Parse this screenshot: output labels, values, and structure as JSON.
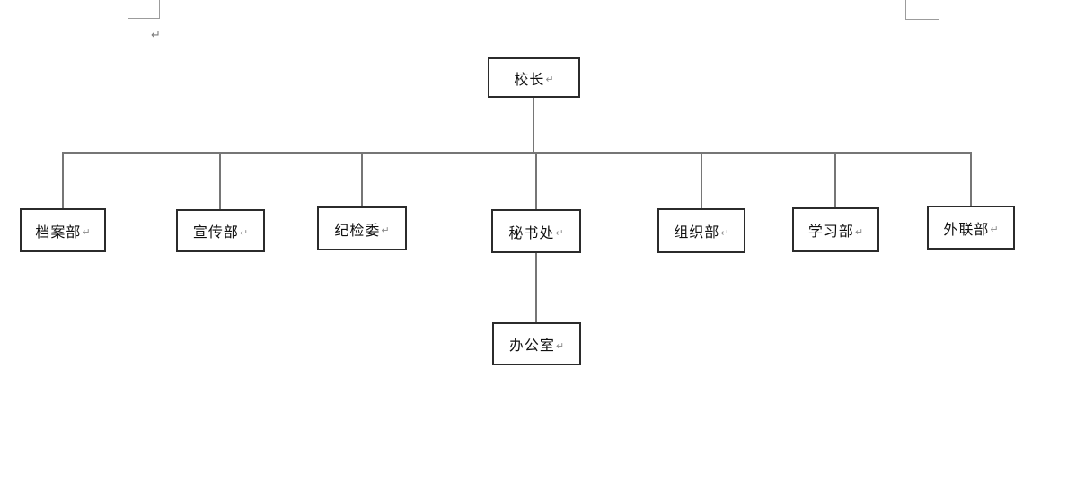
{
  "page": {
    "background": "#ffffff",
    "paragraph_mark": "↵"
  },
  "org_chart": {
    "type": "org-tree",
    "root": {
      "label": "校长"
    },
    "departments": [
      {
        "label": "档案部"
      },
      {
        "label": "宣传部"
      },
      {
        "label": "纪检委"
      },
      {
        "label": "秘书处"
      },
      {
        "label": "组织部"
      },
      {
        "label": "学习部"
      },
      {
        "label": "外联部"
      }
    ],
    "sub_departments": [
      {
        "label": "办公室",
        "parent": "秘书处"
      }
    ],
    "colors": {
      "box_border": "#2b2b2b",
      "connector_line": "#767676",
      "text": "#111111",
      "paragraph_mark": "#8a8a8a",
      "crop_mark": "#9c9c9c"
    }
  }
}
